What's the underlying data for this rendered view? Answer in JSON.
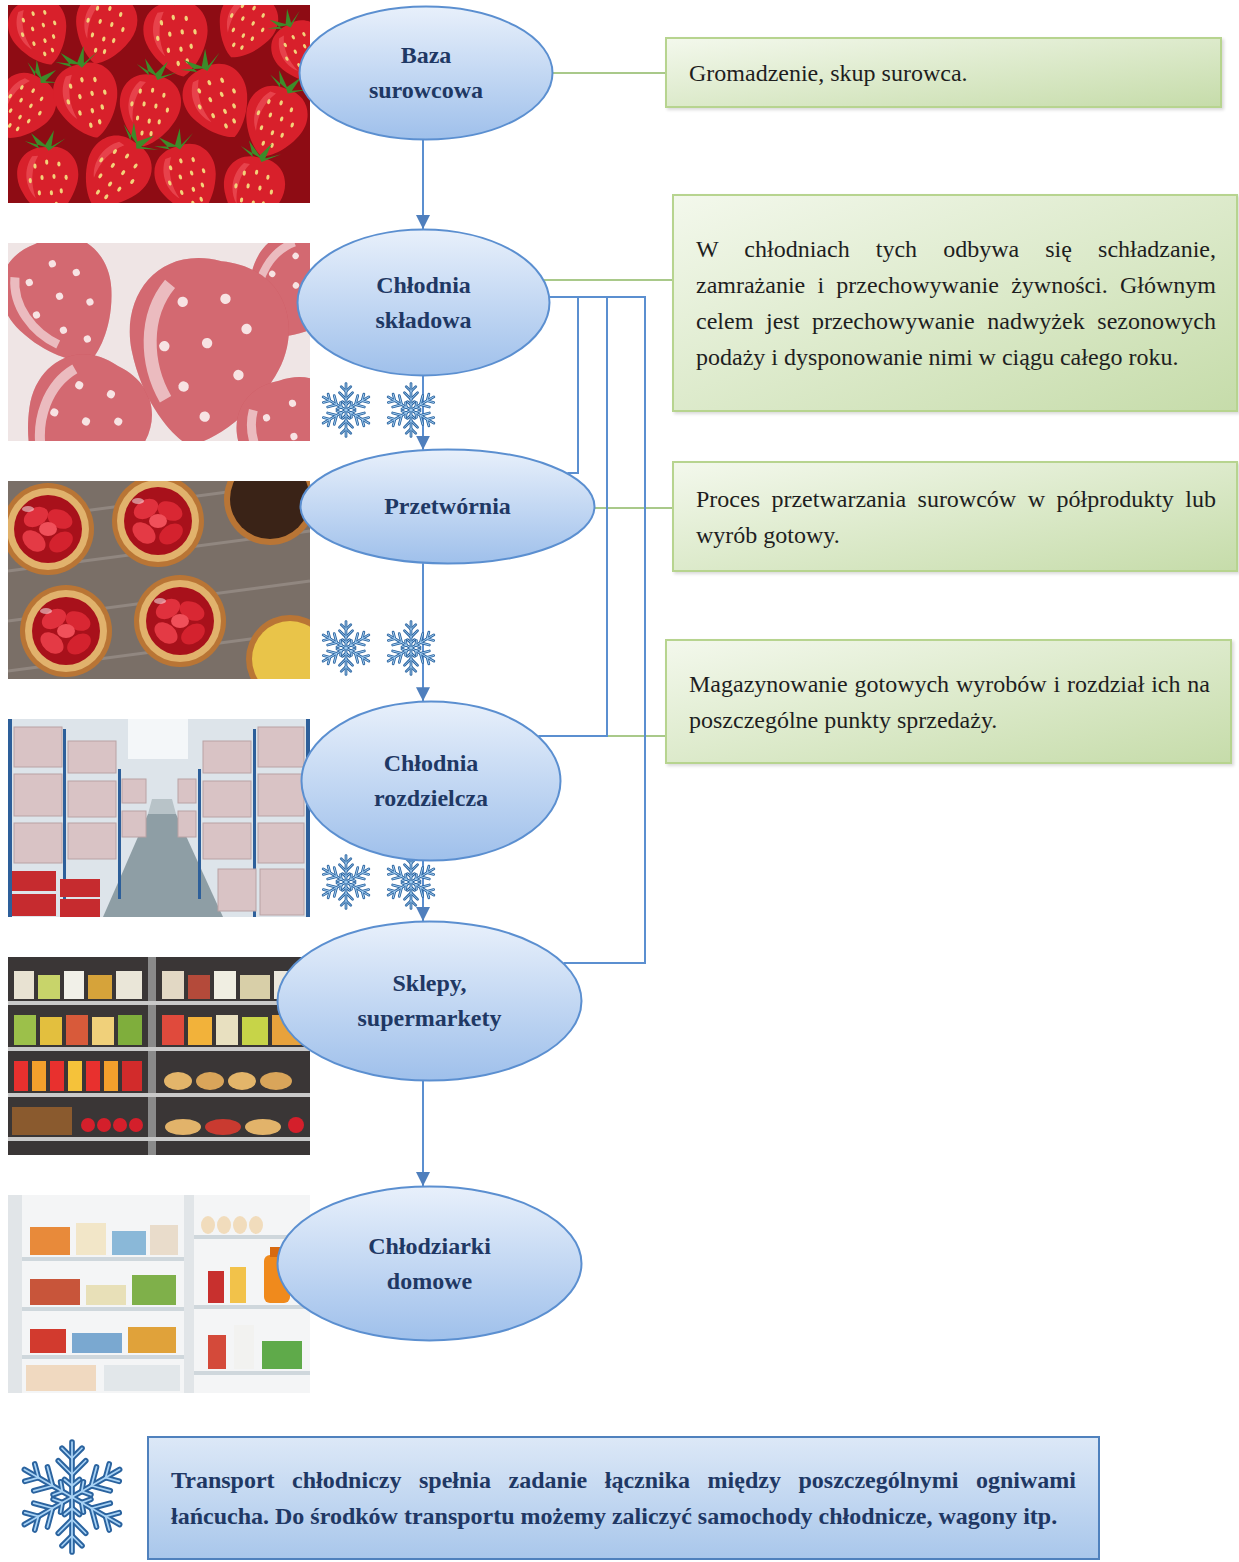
{
  "diagram": {
    "nodes": [
      {
        "text": [
          "Baza surowcowa"
        ]
      },
      {
        "text": [
          "Gromadzenie, skup surowca."
        ]
      },
      {
        "text": [
          "Chłodnia składowa"
        ]
      },
      {
        "text": [
          "W chłodniach tych odbywa się schładzanie, zamrażanie i przechowywanie żywności. Głównym celem jest przechowywanie nadwyżek sezonowych podaży i dysponowanie nimi w ciągu całego roku."
        ]
      },
      {
        "text": [
          "Przetwórnia"
        ]
      },
      {
        "text": [
          "Proces przetwarzania surowców w półprodukty lub wyrób gotowy."
        ]
      },
      {
        "text": [
          "Chłodnia rozdzielcza"
        ]
      },
      {
        "text": [
          "Magazynowanie gotowych wyrobów i rozdział ich na poszczególne punkty sprzedaży."
        ]
      },
      {
        "text": [
          "Sklepy, supermarkety"
        ]
      },
      {
        "text": [
          "Chłodziarki domowe"
        ]
      }
    ],
    "edges": [
      {
        "from": 0,
        "to": 2,
        "arrow": "to"
      },
      {
        "from": 2,
        "to": 4,
        "arrow": "to"
      },
      {
        "from": 4,
        "to": 6,
        "arrow": "to"
      },
      {
        "from": 6,
        "to": 8,
        "arrow": "to"
      },
      {
        "from": 8,
        "to": 9,
        "arrow": "to"
      },
      {
        "from": 0,
        "to": 1,
        "arrow": "none"
      },
      {
        "from": 2,
        "to": 3,
        "arrow": "none"
      },
      {
        "from": 4,
        "to": 5,
        "arrow": "none"
      },
      {
        "from": 6,
        "to": 7,
        "arrow": "none"
      },
      {
        "from": 2,
        "to": 4,
        "arrow": "none"
      },
      {
        "from": 2,
        "to": 6,
        "arrow": "none"
      },
      {
        "from": 2,
        "to": 8,
        "arrow": "none"
      }
    ],
    "legend": [
      {
        "text": "Transport chłodniczy spełnia zadanie łącznika między poszczególnymi ogniwami łańcucha. Do środków transportu możemy zaliczyć samochody chłodnicze, wagony itp."
      }
    ]
  }
}
